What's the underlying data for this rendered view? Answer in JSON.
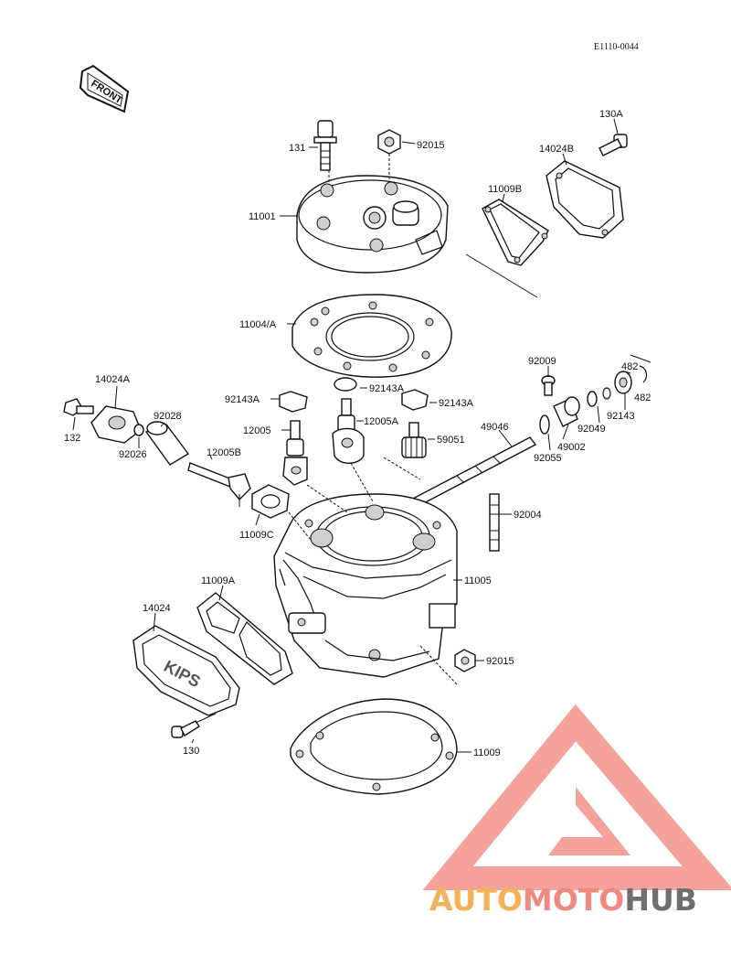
{
  "diagram": {
    "reference_code": "E1110-0044",
    "direction_label": "FRONT",
    "watermark": {
      "part1": "AUTO",
      "part2": "MOTO",
      "part3": "HUB",
      "color_orange": "#f2b25a",
      "color_red": "#f08a80",
      "color_gray": "#6f6f6f"
    },
    "labels": [
      {
        "id": "131",
        "text": "131"
      },
      {
        "id": "92015-top",
        "text": "92015"
      },
      {
        "id": "130A",
        "text": "130A"
      },
      {
        "id": "14024B",
        "text": "14024B"
      },
      {
        "id": "11009B",
        "text": "11009B"
      },
      {
        "id": "11001",
        "text": "11001"
      },
      {
        "id": "11004A",
        "text": "11004/A"
      },
      {
        "id": "92009",
        "text": "92009"
      },
      {
        "id": "482-top",
        "text": "482"
      },
      {
        "id": "482-side",
        "text": "482"
      },
      {
        "id": "14024A",
        "text": "14024A"
      },
      {
        "id": "92143A-1",
        "text": "92143A"
      },
      {
        "id": "92143A-2",
        "text": "92143A"
      },
      {
        "id": "92143A-3",
        "text": "92143A"
      },
      {
        "id": "92143",
        "text": "92143"
      },
      {
        "id": "12005",
        "text": "12005"
      },
      {
        "id": "12005A",
        "text": "12005A"
      },
      {
        "id": "49046",
        "text": "49046"
      },
      {
        "id": "92049",
        "text": "92049"
      },
      {
        "id": "132",
        "text": "132"
      },
      {
        "id": "92028",
        "text": "92028"
      },
      {
        "id": "59051",
        "text": "59051"
      },
      {
        "id": "49002",
        "text": "49002"
      },
      {
        "id": "92026",
        "text": "92026"
      },
      {
        "id": "12005B",
        "text": "12005B"
      },
      {
        "id": "92055",
        "text": "92055"
      },
      {
        "id": "92004",
        "text": "92004"
      },
      {
        "id": "11009C",
        "text": "11009C"
      },
      {
        "id": "11009A",
        "text": "11009A"
      },
      {
        "id": "11005",
        "text": "11005"
      },
      {
        "id": "14024",
        "text": "14024"
      },
      {
        "id": "92015-bottom",
        "text": "92015"
      },
      {
        "id": "130",
        "text": "130"
      },
      {
        "id": "11009",
        "text": "11009"
      }
    ],
    "cover_lettering": "KIPS"
  }
}
